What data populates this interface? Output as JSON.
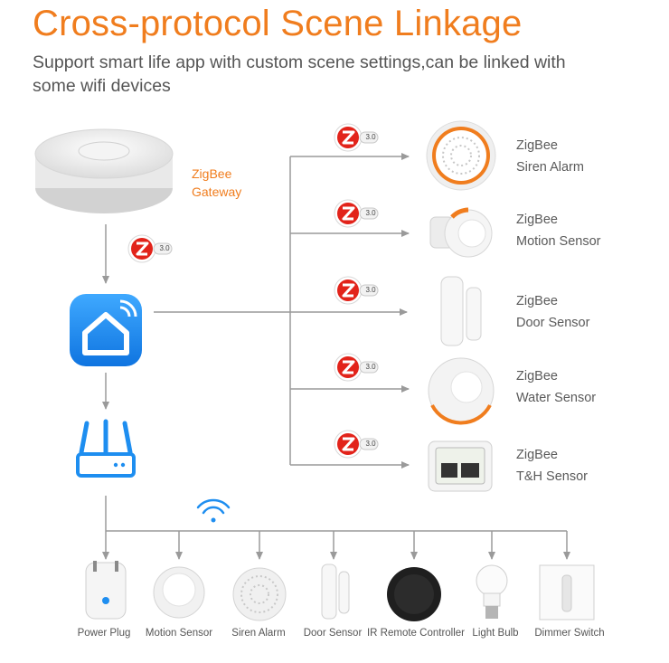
{
  "title": "Cross-protocol Scene Linkage",
  "subtitle": "Support smart life app with custom scene settings,can be linked with some wifi devices",
  "gateway": {
    "label_line1": "ZigBee",
    "label_line2": "Gateway"
  },
  "zigbee_badge": "3.0",
  "right_devices": [
    {
      "line1": "ZigBee",
      "line2": "Siren Alarm"
    },
    {
      "line1": "ZigBee",
      "line2": "Motion Sensor"
    },
    {
      "line1": "ZigBee",
      "line2": "Door Sensor"
    },
    {
      "line1": "ZigBee",
      "line2": "Water Sensor"
    },
    {
      "line1": "ZigBee",
      "line2": "T&H Sensor"
    }
  ],
  "bottom_devices": [
    "Power Plug",
    "Motion Sensor",
    "Siren Alarm",
    "Door Sensor",
    "IR Remote Controller",
    "Light Bulb",
    "Dimmer Switch"
  ],
  "colors": {
    "accent": "#f07d1e",
    "app_blue": "#1e8ef0",
    "line_gray": "#9a9a9a",
    "zigbee_red": "#e2231a"
  },
  "icons": [
    "zigbee-gateway-icon",
    "smart-life-app-icon",
    "wifi-router-icon",
    "wifi-signal-icon"
  ]
}
